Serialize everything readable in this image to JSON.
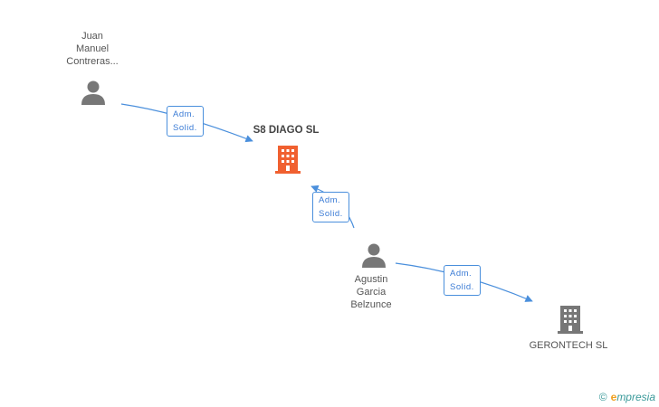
{
  "nodes": {
    "juan": {
      "label_lines": [
        "Juan",
        "Manuel",
        "Contreras..."
      ],
      "type": "person",
      "color": "#777777"
    },
    "s8diago": {
      "label": "S8 DIAGO SL",
      "type": "company",
      "color": "#f06030"
    },
    "agustin": {
      "label_lines": [
        "Agustin",
        "Garcia",
        "Belzunce"
      ],
      "type": "person",
      "color": "#777777"
    },
    "gerontech": {
      "label": "GERONTECH SL",
      "type": "company",
      "color": "#777777"
    }
  },
  "edges": [
    {
      "from": "juan",
      "to": "s8diago",
      "label_lines": [
        "Adm.",
        "Solid."
      ]
    },
    {
      "from": "agustin",
      "to": "s8diago",
      "label_lines": [
        "Adm.",
        "Solid."
      ]
    },
    {
      "from": "agustin",
      "to": "gerontech",
      "label_lines": [
        "Adm.",
        "Solid."
      ]
    }
  ],
  "credit": {
    "copyright": "©",
    "brand_initial": "e",
    "brand_rest": "mpresia"
  },
  "colors": {
    "edge": "#4a8fdc",
    "accent": "#f06030",
    "neutral": "#777777"
  }
}
